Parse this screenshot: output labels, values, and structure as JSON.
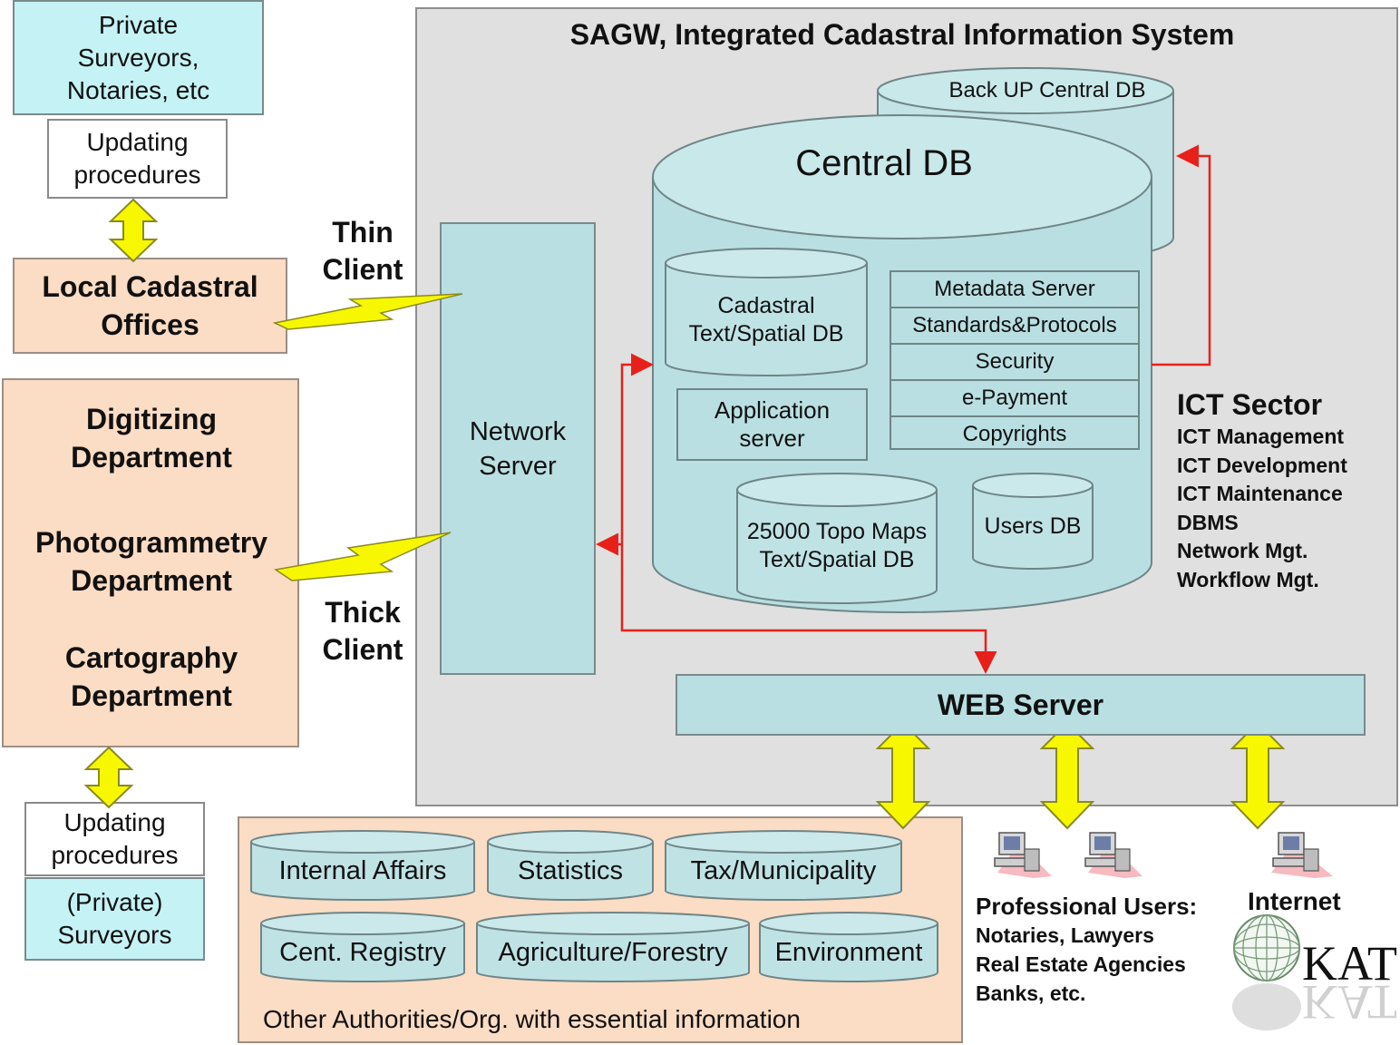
{
  "left": {
    "private_surveyors_top": "Private Surveyors, Notaries, etc",
    "updating_top": "Updating procedures",
    "local_offices": "Local Cadastral Offices",
    "digitizing": "Digitizing Department",
    "photogrammetry": "Photogrammetry Department",
    "cartography": "Cartography Department",
    "updating_bottom": "Updating procedures",
    "private_surveyors_bottom": "(Private) Surveyors"
  },
  "connections": {
    "thin_client": "Thin Client",
    "thick_client": "Thick Client"
  },
  "system": {
    "title": "SAGW, Integrated Cadastral Information System",
    "backup_db": "Back UP Central DB",
    "central_db": "Central DB",
    "network_server": "Network Server",
    "cadastral_db": "Cadastral Text/Spatial DB",
    "application_server": "Application server",
    "services": [
      "Metadata Server",
      "Standards&Protocols",
      "Security",
      "e-Payment",
      "Copyrights"
    ],
    "topo_db": "25000 Topo Maps Text/Spatial DB",
    "users_db": "Users DB",
    "web_server": "WEB Server"
  },
  "ict": {
    "title": "ICT Sector",
    "items": [
      "ICT Management",
      "ICT Development",
      "ICT Maintenance",
      "DBMS",
      "Network Mgt.",
      "Workflow Mgt."
    ]
  },
  "authorities": {
    "row1": [
      "Internal Affairs",
      "Statistics",
      "Tax/Municipality"
    ],
    "row2": [
      "Cent. Registry",
      "Agriculture/Forestry",
      "Environment"
    ],
    "caption": "Other Authorities/Org. with essential information"
  },
  "users": {
    "professional_title": "Professional Users:",
    "professional_list": [
      "Notaries, Lawyers",
      "Real Estate Agencies",
      "Banks, etc."
    ],
    "internet": "Internet",
    "logo_text": "KAT"
  },
  "colors": {
    "cyan": "#c5f2f5",
    "db_fill": "#b9dfe2",
    "panel_gray": "#e0e0e0",
    "peach": "#fbdcc4",
    "arrow_yellow": "#f7f700",
    "link_red": "#e8201a"
  }
}
